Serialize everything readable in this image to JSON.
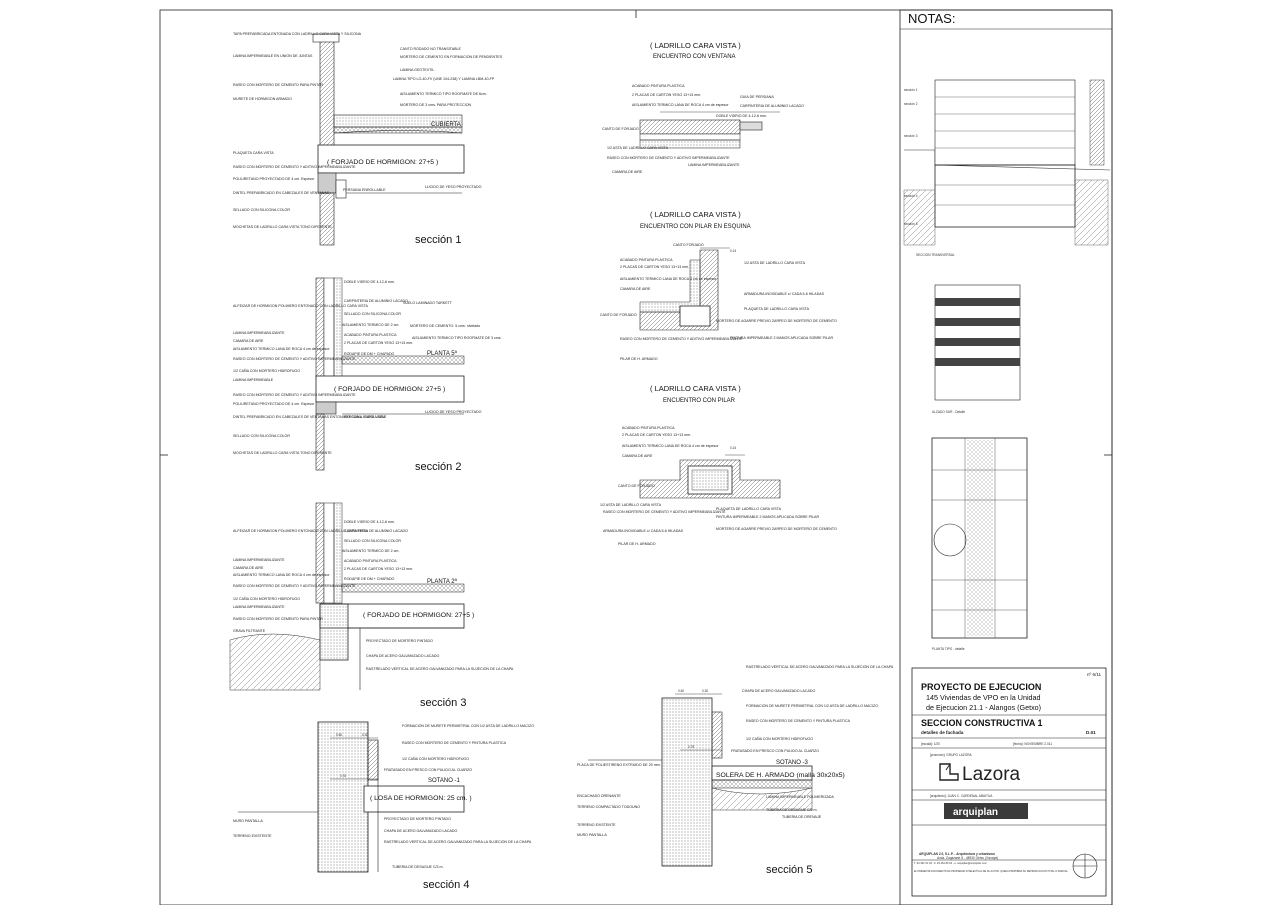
{
  "notes_heading": "NOTAS:",
  "sections": [
    {
      "label": "sección 1",
      "slab": "( FORJADO DE HORMIGON: 27+5 )",
      "floor": "CUBIERTA",
      "left_labels": [
        "TAPA PREFABRICADA ENTONADA CON LADRILLO CARA VISTA Y SILICONA",
        "LAMINA IMPERMEABLE EN UNION DE JUNTAS",
        "RASEO CON MORTERO DE CEMENTO PARA PINTAR",
        "MURETE DE HORMIGON ARMADO",
        "PLAQUETA CARA VISTA",
        "RASEO CON MORTERO DE CEMENTO Y ADITIVO IMPERMEABILIZANTE",
        "POLIURETANO PROYECTADO DE 4 cm. Espesor",
        "DINTEL PREFABRICADO EN CABEZALES DE VENTANAS",
        "SELLADO CON SILICONA COLOR",
        "MOCHETAS DE LADRILLO CARA VISTA TONO DIFERENTE"
      ],
      "right_labels": [
        "CANTO RODADO NO TRANSITABLE",
        "MORTERO DE CEMENTO EN FORMACION DE PENDIENTES",
        "LAMINA GEOTEXTIL",
        "LAMINA TIPO LO-40-FV (UNE 104-238) Y LAMINA LBM-40-FP",
        "AISLAMIENTO TERMICO TIPO ROOFMATE DE 6cm.",
        "MORTERO DE 3 cms. PARA PROTECCION",
        "PERSIANA ENROLLABLE",
        "LUCIDO DE YESO PROYECTADO"
      ]
    },
    {
      "label": "sección 2",
      "slab": "( FORJADO DE HORMIGON: 27+5 )",
      "floor": "PLANTA 5ª",
      "left_labels": [
        "ALFEIZAR DE HORMIGON POLIMERO ENTONADO CON LADRILLO CARA VISTA",
        "LAMINA IMPERMEABILIZANTE",
        "CAMARA DE AIRE",
        "AISLAMIENTO TERMICO LANA DE ROCA 4 cm de espesor",
        "RASEO CON MORTERO DE CEMENTO Y ADITIVO IMPERMEABILIZANTE",
        "1/2 CAÑA CON MORTERO HIDROFUGO",
        "LAMINA IMPERMEABLE",
        "RASEO CON MORTERO DE CEMENTO Y ADITIVO IMPERMEABILIZANTE",
        "POLIURETANO PROYECTADO DE 4 cm. Espesor",
        "DINTEL PREFABRICADO EN CABEZALES DE VENTANAS ENTONADO CON L. CARA VISTA",
        "SELLADO CON SILICONA COLOR",
        "MOCHETAS DE LADRILLO CARA VISTA TONO DIFERENTE"
      ],
      "right_labels": [
        "DOBLE VIDRIO DE 4-12-6 mm.",
        "CARPINTERIA DE ALUMINIO LACADO",
        "SELLADO CON SILICONA COLOR",
        "AISLAMIENTO TERMICO DE 2 cm.",
        "ACABADO PINTURA PLASTICA",
        "2 PLACAS DE CARTON YESO 13+13 mm.",
        "RODAPIE DE DM + CHAPADO",
        "SUELO LAMINADO TARKETT",
        "MORTERO DE CEMENTO: 5 cms. nivelado",
        "AISLAMIENTO TERMICO TIPO ROOFMATE DE 3 cms.",
        "PERSIANA ENROLLABLE",
        "LUCIDO DE YESO PROYECTADO"
      ]
    },
    {
      "label": "sección 3",
      "slab": "( FORJADO DE HORMIGON: 27+5 )",
      "floor": "PLANTA 2ª",
      "left_labels": [
        "ALFEIZAR DE HORMIGON POLIMERO ENTONADO CON LADRILLO CARA VISTA",
        "LAMINA IMPERMEABILIZANTE",
        "CAMARA DE AIRE",
        "AISLAMIENTO TERMICO LANA DE ROCA 4 cm de espesor",
        "RASEO CON MORTERO DE CEMENTO Y ADITIVO IMPERMEABILIZANTE",
        "1/2 CAÑA CON MORTERO HIDROFUGO",
        "LAMINA IMPERMEABILIZANTE",
        "RASEO CON MORTERO DE CEMENTO PARA PINTAR",
        "GRAVA FILTRANTE"
      ],
      "right_labels": [
        "DOBLE VIDRIO DE 4-12-6 mm.",
        "CARPINTERIA DE ALUMINIO LACADO",
        "SELLADO CON SILICONA COLOR",
        "AISLAMIENTO TERMICO DE 2 cm.",
        "ACABADO PINTURA PLASTICA",
        "2 PLACAS DE CARTON YESO 13+13 mm.",
        "RODAPIE DE DM + CHAPADO",
        "PROYECTADO DE MORTERO PINTADO",
        "CHAPA DE ACERO GALVANIZADO LACADO",
        "RASTRELADO VERTICAL DE ACERO GALVANIZADO PARA LA SUJECION DE LA CHAPA"
      ]
    },
    {
      "label": "sección 4",
      "slab": "( LOSA DE HORMIGON: 25 cm. )",
      "floor": "SOTANO -1",
      "left_labels": [
        "MURO PANTALLA",
        "TERRENO EXISTENTE"
      ],
      "right_labels": [
        "FORMACION DE MURETE PERIMETRAL CON 1/2 ASTA DE LADRILLO MACIZO",
        "RASEO CON MORTERO DE CEMENTO Y PINTURA PLASTICA",
        "1/2 CAÑA CON MORTERO HIDROFUGO",
        "FRATASADO EN FRESCO CON PULIDO AL CUARZO",
        "PROYECTADO DE MORTERO PINTADO",
        "CHAPA DE ACERO GALVANIZADO LACADO",
        "RASTRELADO VERTICAL DE ACERO GALVANIZADO PARA LA SUJECION DE LA CHAPA",
        "TUBERIA DE DESAGUE C/3 m."
      ]
    },
    {
      "label": "sección 5",
      "slab": "SOLERA DE H. ARMADO (malla 30x20x5)",
      "floor": "SOTANO -3",
      "left_labels": [
        "PLACA DE POLIESTIRENO EXTRUIDO DE 20 mm.",
        "ENCACHADO DRENANTE",
        "TERRENO COMPACTADO TODOUNO",
        "TERRENO EXISTENTE",
        "MURO PANTALLA"
      ],
      "right_labels": [
        "RASTRELADO VERTICAL DE ACERO GALVANIZADO PARA LA SUJECION DE LA CHAPA",
        "CHAPA DE ACERO GALVANIZADO LACADO",
        "FORMACION DE MURETE PERIMETRAL CON 1/2 ASTA DE LADRILLO MACIZO",
        "RASEO CON MORTERO DE CEMENTO Y PINTURA PLASTICA",
        "1/2 CAÑA CON MORTERO HIDROFUGO",
        "FRATASADO EN FRESCO CON PULIDO AL CUARZO",
        "LAMINA IMPERMEABLE POLIMERIZADA",
        "TUBERIA DE DESAGUE C/3 m.",
        "TUBERIA DE DRENAJE"
      ]
    }
  ],
  "details": [
    {
      "title": "( LADRILLO CARA VISTA )",
      "subtitle": "ENCUENTRO CON VENTANA",
      "labels": [
        "ACABADO PINTURA PLASTICA",
        "2 PLACAS DE CARTON YESO 13+13 mm.",
        "AISLAMIENTO TERMICO LANA DE ROCA 4 cm de espesor",
        "CANTO DE FORJADO",
        "1/2 ASTA DE LADRILLO CARA VISTA",
        "RASEO CON MORTERO DE CEMENTO Y ADITIVO IMPERMEABILIZANTE",
        "CAMARA DE AIRE",
        "GUIA DE PERSIANA",
        "CARPINTERIA DE ALUMINIO LACADO",
        "DOBLE VIDRIO DE 4-12-6 mm.",
        "LAMINA IMPERMEABILIZANTE"
      ]
    },
    {
      "title": "( LADRILLO CARA VISTA )",
      "subtitle": "ENCUENTRO CON PILAR EN ESQUINA",
      "labels": [
        "CANTO FORJADO",
        "ACABADO PINTURA PLASTICA",
        "2 PLACAS DE CARTON YESO 13+13 mm.",
        "AISLAMIENTO TERMICO LANA DE ROCA 4 cm de espesor",
        "CAMARA DE AIRE",
        "CANTO DE FORJADO",
        "RASEO CON MORTERO DE CEMENTO Y ADITIVO IMPERMEABILIZANTE",
        "PILAR DE H. ARMADO",
        "1/2 ASTA DE LADRILLO CARA VISTA",
        "ARMADURA INOXIDABLE c/ CADA 5-6 HILADAS",
        "PLAQUETA DE LADRILLO CARA VISTA",
        "MORTERO DE AGARRE PREVIO ZARPEO DE MORTERO DE CEMENTO",
        "PINTURA IMPERMEABLE 2 MANOS APLICADA SOBRE PILAR"
      ]
    },
    {
      "title": "( LADRILLO CARA VISTA )",
      "subtitle": "ENCUENTRO CON PILAR",
      "labels": [
        "ACABADO PINTURA PLASTICA",
        "2 PLACAS DE CARTON YESO 13+13 mm.",
        "AISLAMIENTO TERMICO LANA DE ROCA 4 cm de espesor",
        "CAMARA DE AIRE",
        "CANTO DE FORJADO",
        "1/2 ASTA DE LADRILLO CARA VISTA",
        "RASEO CON MORTERO DE CEMENTO Y ADITIVO IMPERMEABILIZANTE",
        "ARMADURA INOXIDABLE c/ CADA 5-6 HILADAS",
        "PILAR DE H. ARMADO",
        "PLAQUETA DE LADRILLO CARA VISTA",
        "PINTURA IMPERMEABLE 2 MANOS APLICADA SOBRE PILAR",
        "MORTERO DE AGARRE PREVIO ZARPEO DE MORTERO DE CEMENTO"
      ]
    }
  ],
  "dims": {
    "s4a": "0.60",
    "s4b": "0.30",
    "s4c": "0.78",
    "s5a": "0.60",
    "s5b": "0.30",
    "s5c": "0.78",
    "d2": "0.24",
    "d3": "0.24"
  },
  "side_sections": [
    "sección 1",
    "sección 2",
    "sección 3",
    "sección 4",
    "sección 5"
  ],
  "side_captions": {
    "section": "SECCION TRANSVERSAL",
    "elevation": "ALZADO SUR - Detalle",
    "plan": "PLANTA TIPO - detalle"
  },
  "title_block": {
    "sheet_number": "nº 6/11",
    "project": "PROYECTO DE EJECUCION",
    "description_1": "145 Viviendas de VPO en la Unidad",
    "description_2": "de Ejecucion 21.1 - Alangos (Getxo)",
    "drawing_title": "SECCION CONSTRUCTIVA 1",
    "drawing_subtitle": "detalles de fachada",
    "drawing_code": "D.01",
    "scale": "[escala]: 1/20",
    "date": "[fecha]: NOVIEMBRE 2.011",
    "promoter_label": "[promotor]: GRUPO LAZORA",
    "promoter_logo": "Lazora",
    "architect_label": "[arquitecto]: JUAN C. CARDENAL ABAITUA",
    "studio_logo": "arquiplan",
    "studio_name": "ARQUIPLAN 2.0, S.L.P. - Arquitectura y urbanismo",
    "studio_address": "Avda. Zugazarte 8 - 48930 Getxo (Vizcaya)",
    "studio_contact": "T. 94 491 51 18 - F. 94 464 89 04 - e. arquiplan@arquiplan.com",
    "copyright": "EL PRESENTE DOCUMENTO ES PROPIEDAD INTELECTUAL DE SU AUTOR. QUEDA PROHIBIDA SU REPRODUCCION TOTAL O PARCIAL"
  },
  "colors": {
    "line": "#1a1a1a",
    "hatch": "#555555",
    "border": "#222222",
    "logo_bg": "#3a3a3a"
  }
}
